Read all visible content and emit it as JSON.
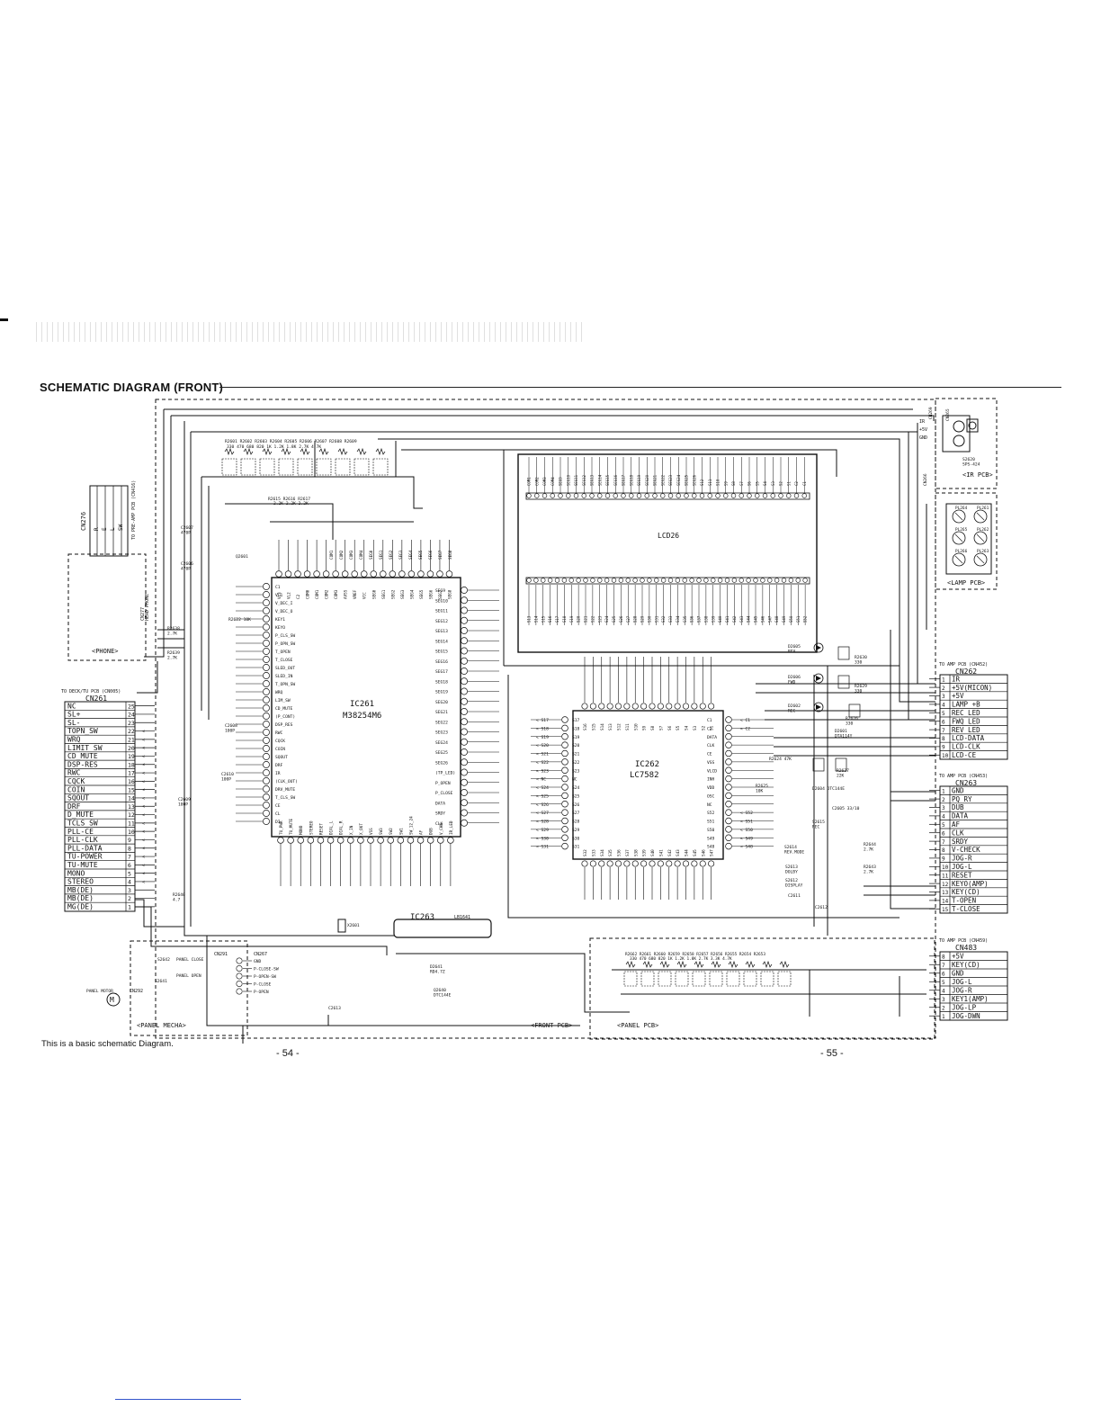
{
  "title": "SCHEMATIC DIAGRAM (FRONT)",
  "footnote": "This is a basic schematic Diagram.",
  "page_left": "- 54 -",
  "page_right": "- 55 -",
  "ic261": {
    "ref": "IC261",
    "part": "M38254M6"
  },
  "ic262": {
    "ref": "IC262",
    "part": "LC7582"
  },
  "ic263": {
    "ref": "IC263",
    "part": "LB1641"
  },
  "lcd": {
    "ref": "LCD26"
  },
  "cn261": {
    "header": "TO DECK/TU PCB (CN005)",
    "name": "CN261",
    "pins": [
      {
        "num": "25",
        "label": "NC"
      },
      {
        "num": "24",
        "label": "SL+"
      },
      {
        "num": "23",
        "label": "SL-"
      },
      {
        "num": "22",
        "label": "TOPN_SW"
      },
      {
        "num": "21",
        "label": "WRQ"
      },
      {
        "num": "20",
        "label": "LIMIT_SW"
      },
      {
        "num": "19",
        "label": "CD_MUTE"
      },
      {
        "num": "18",
        "label": "DSP-RES"
      },
      {
        "num": "17",
        "label": "RWC"
      },
      {
        "num": "16",
        "label": "CQCK"
      },
      {
        "num": "15",
        "label": "COIN"
      },
      {
        "num": "14",
        "label": "SQOUT"
      },
      {
        "num": "13",
        "label": "DRF"
      },
      {
        "num": "12",
        "label": "D_MUTE"
      },
      {
        "num": "11",
        "label": "TCLS_SW"
      },
      {
        "num": "10",
        "label": "PLL-CE"
      },
      {
        "num": "9",
        "label": "PLL-CLK"
      },
      {
        "num": "8",
        "label": "PLL-DATA"
      },
      {
        "num": "7",
        "label": "TU-POWER"
      },
      {
        "num": "6",
        "label": "TU-MUTE"
      },
      {
        "num": "5",
        "label": "MONO"
      },
      {
        "num": "4",
        "label": "STEREO"
      },
      {
        "num": "3",
        "label": "MB(DE)"
      },
      {
        "num": "2",
        "label": "MB(DE)"
      },
      {
        "num": "1",
        "label": "MG(DE)"
      }
    ]
  },
  "cn262": {
    "header": "TO AMP PCB (CN452)",
    "name": "CN262",
    "pins": [
      {
        "num": "1",
        "label": "IR"
      },
      {
        "num": "2",
        "label": "+5V(MICON)"
      },
      {
        "num": "3",
        "label": "+5V"
      },
      {
        "num": "4",
        "label": "LAMP +B"
      },
      {
        "num": "5",
        "label": "REC_LED"
      },
      {
        "num": "6",
        "label": "FWQ_LED"
      },
      {
        "num": "7",
        "label": "REV_LED"
      },
      {
        "num": "8",
        "label": "LCD-DATA"
      },
      {
        "num": "9",
        "label": "LCD-CLK"
      },
      {
        "num": "10",
        "label": "LCD-CE"
      }
    ]
  },
  "cn263": {
    "header": "TO AMP PCB (CN453)",
    "name": "CN263",
    "pins": [
      {
        "num": "1",
        "label": "GND"
      },
      {
        "num": "2",
        "label": "PQ_RY"
      },
      {
        "num": "3",
        "label": "DUB"
      },
      {
        "num": "4",
        "label": "DATA"
      },
      {
        "num": "5",
        "label": "AF"
      },
      {
        "num": "6",
        "label": "CLK"
      },
      {
        "num": "7",
        "label": "SRDY"
      },
      {
        "num": "8",
        "label": "V-CHECK"
      },
      {
        "num": "9",
        "label": "JOG-R"
      },
      {
        "num": "10",
        "label": "JOG-L"
      },
      {
        "num": "11",
        "label": "RESET"
      },
      {
        "num": "12",
        "label": "KEYO(AMP)"
      },
      {
        "num": "13",
        "label": "KEY(CD)"
      },
      {
        "num": "14",
        "label": "T-OPEN"
      },
      {
        "num": "15",
        "label": "T-CLOSE"
      }
    ]
  },
  "cn483": {
    "header": "TO AMP PCB (CN459)",
    "name": "CN483",
    "pins": [
      {
        "num": "8",
        "label": "+5V"
      },
      {
        "num": "7",
        "label": "KEY(CD)"
      },
      {
        "num": "6",
        "label": "GND"
      },
      {
        "num": "5",
        "label": "JOG-L"
      },
      {
        "num": "4",
        "label": "JOG-R"
      },
      {
        "num": "3",
        "label": "KEY1(AMP)"
      },
      {
        "num": "2",
        "label": "JOG-LP"
      },
      {
        "num": "1",
        "label": "JOG-DWN"
      }
    ]
  },
  "cn267": {
    "name": "CN267",
    "labels": [
      "GND",
      "P-CLOSE-SW",
      "P-OPEN-SW",
      "P-CLOSE",
      "P-OPEN"
    ]
  },
  "cn291": {
    "name": "CN291"
  },
  "cn292": {
    "name": "CN292",
    "motor": "PANEL MOTOR",
    "motor_symbol": "M"
  },
  "cn276": {
    "name": "CN276",
    "note": "TO PRE-AMP PCB (CN416)",
    "pins": [
      "R",
      "E",
      "L",
      "SW"
    ]
  },
  "cn277": {
    "name": "CN277",
    "note": "HEAD PHONE"
  },
  "ic261_left_pins": [
    "C1",
    "VL1",
    "V_DEC_I",
    "V_DEC_O",
    "KEY1",
    "KEYO",
    "P_CLS_SW",
    "P_OPN_SW",
    "T_OPEN",
    "T_CLOSE",
    "SLED_OUT",
    "SLED_IN",
    "T_OPN_SW",
    "WRQ",
    "LIM_SW",
    "CD_MUTE",
    "(P_CONT)",
    "DSP_RES",
    "RWC",
    "CQCK",
    "COIN",
    "SQOUT",
    "DRF",
    "IR",
    "(CLK_OUT)",
    "DRV_MUTE",
    "T_CLS_SW",
    "CE",
    "CL",
    "DI"
  ],
  "ic261_right_pins": [
    "SEG9",
    "SEG10",
    "SEG11",
    "SEG12",
    "SEG13",
    "SEG14",
    "SEG15",
    "SEG16",
    "SEG17",
    "SEG18",
    "SEG19",
    "SEG20",
    "SEG21",
    "SEG22",
    "SEG23",
    "SEG24",
    "SEG25",
    "SEG26",
    "(TP_LED)",
    "P_OPEN",
    "P_CLOSE",
    "DATA",
    "SRDY",
    "CLK"
  ],
  "ic262_left_pins": [
    "S17",
    "S18",
    "S19",
    "S20",
    "S21",
    "S22",
    "S23",
    "NC",
    "S24",
    "S25",
    "S26",
    "S27",
    "S28",
    "S29",
    "S30",
    "S31"
  ],
  "ic262_right_pins": [
    "C1",
    "C2",
    "DATA",
    "CLK",
    "CE",
    "VSS",
    "VLCD",
    "INH",
    "VDD",
    "OSC",
    "NC",
    "S52",
    "S51",
    "S50",
    "S49",
    "S48"
  ],
  "ic262_right_arrows": [
    "C1",
    "C2",
    "S52",
    "S51",
    "S50",
    "S49",
    "S48"
  ],
  "ic262_top_pins": [
    "S16",
    "S15",
    "S14",
    "S13",
    "S12",
    "S11",
    "S10",
    "S9",
    "S8",
    "S7",
    "S6",
    "S5",
    "S4",
    "S3",
    "S2",
    "S1"
  ],
  "ic262_bottom_pins": [
    "S32",
    "S33",
    "S34",
    "S35",
    "S36",
    "S37",
    "S38",
    "S39",
    "S40",
    "S41",
    "S42",
    "S43",
    "S44",
    "S45",
    "S46",
    "S47"
  ],
  "lcd_bottom_pins": [
    "S13",
    "S14",
    "S15",
    "S16",
    "S17",
    "S18",
    "S19",
    "S20",
    "S21",
    "S22",
    "S23",
    "S24",
    "S25",
    "S26",
    "S27",
    "S28",
    "S29",
    "S30",
    "S31",
    "S32",
    "S33",
    "S34",
    "S35",
    "S36",
    "S37",
    "S38",
    "S39",
    "S40",
    "S41",
    "S42",
    "S43",
    "S44",
    "S45",
    "S46",
    "S47",
    "S48",
    "S49",
    "S50",
    "S51",
    "S52"
  ],
  "lcd_top_pins": [
    "COM1",
    "COM2",
    "COM3",
    "COM4",
    "SEG9",
    "SEG10",
    "SEG11",
    "SEG12",
    "SEG13",
    "SEG14",
    "SEG15",
    "SEG16",
    "SEG17",
    "SEG18",
    "SEG19",
    "SEG20",
    "SEG21",
    "SEG22",
    "SEG23",
    "SEG24",
    "SEG25",
    "SEG26",
    "S12",
    "S11",
    "S10",
    "S9",
    "S8",
    "S7",
    "S6",
    "S5",
    "S4",
    "S3",
    "S2",
    "S1",
    "C2",
    "C1"
  ],
  "ic261_top_pins": [
    "COM1",
    "COM2",
    "COM3",
    "COM4",
    "SEG0",
    "SEG1",
    "SEG2",
    "SEG3",
    "SEG4",
    "SEG5",
    "SEG6",
    "SEG7",
    "SEG8"
  ],
  "ic261_top_pins2": [
    "VL3",
    "VL2",
    "C2",
    "COM0",
    "COM1",
    "COM2",
    "COM3",
    "AVSS",
    "VREF",
    "VCC",
    "SEG0",
    "SEG1",
    "SEG2",
    "SEG3",
    "SEG4",
    "SEG5",
    "SEG6",
    "SEG7",
    "SEG8"
  ],
  "ic261_bottom_pins": [
    "TU_PWR",
    "TU_MUTE",
    "MONO",
    "STEREO",
    "RESET",
    "DIAL_L",
    "DIAL_R",
    "X_IN",
    "X_OUT",
    "VSS",
    "SW3",
    "SW2",
    "SW1",
    "SW_12_24",
    "AF",
    "DUB",
    "V_CHK",
    "IR_LED"
  ],
  "resistor_row": {
    "refs": "R2601 R2602 R2603 R2604 R2605 R2606 R2607 R2608 R2609",
    "values": "330  470  680  820  1K  1.2K  1.8K  2.7K  4.7K"
  },
  "resistor_row2": {
    "refs": "R2615 R2616 R2617",
    "values": "2.2K  2.2K  2.2K"
  },
  "cn483_resistors": {
    "refs": "R2662 R2661 R2660 R2659 R2658 R2657 R2656 R2655 R2654 R2653",
    "values": "330  470  680  820  1K  1.2K  1.8K  2.7K  3.3K  4.7K"
  },
  "components": {
    "c2607": "C2607\n470P",
    "c2606": "C2606\n470P",
    "r2622": "R2622 10K",
    "q2601": "Q2601",
    "r2638": "R2638\n2.7K",
    "r2639": "R2639\n2.7K",
    "c2608": "C2608\n100P",
    "c2609": "C2609\n100P",
    "c2610": "C2610\n100P",
    "r2640": "R2640\n4.7",
    "r2624": "R2624 47K",
    "r2625": "R2625\n10K",
    "ic262_osc": "R2627\n22K",
    "s2615": "S2615\nREC",
    "s2614": "S2614\nREV.MODE",
    "s2613": "S2613\nDOLBY",
    "s2612": "S2612\nDISPLAY",
    "r2644": "R2644\n2.7K",
    "r2643": "R2643\n2.7K",
    "c2611": "C2611",
    "c2612": "C2612",
    "c2605": "C2605 33/10",
    "d2604": "D2604 DTC144E",
    "d2601": "D2601\nDTA114Y",
    "led_rec": "D2602\nREC",
    "led_fwd": "D2606\nFWD",
    "led_rev": "D2605\nREV",
    "r2630": "R2630\n330",
    "r2629": "R2629\n330",
    "r2626": "R2626\n330",
    "x2601": "X2601",
    "ic263_transistor": "Q2640\nDTC144E",
    "d2641": "D2641\nRD4.7Z",
    "s2620": "S2620\nSPS-424",
    "s2642": "S2642",
    "s2641": "S2641",
    "panel_close": "PANEL CLOSE",
    "panel_open": "PANEL OPEN",
    "c2613": "C2613"
  },
  "lamp_labels": [
    "PL264",
    "PL261",
    "PL265",
    "PL262",
    "PL266",
    "PL263"
  ],
  "ir_block": {
    "labels": [
      "IR",
      "+5V",
      "GND"
    ],
    "cn": "CN269",
    "cn2": "CN265",
    "cn3": "CN266"
  },
  "pcb_labels": {
    "ir": "<IR PCB>",
    "lamp": "<LAMP PCB>",
    "phone": "<PHONE>",
    "panel_mecha": "<PANEL MECHA>",
    "front": "<FRONT PCB>",
    "panel_pcb": "<PANEL PCB>"
  }
}
